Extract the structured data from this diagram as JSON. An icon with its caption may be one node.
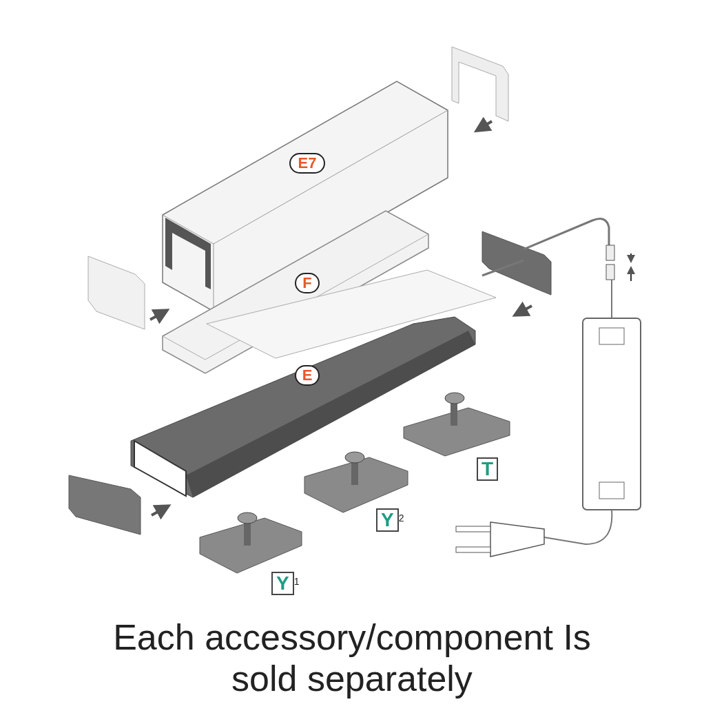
{
  "diagram": {
    "caption": "Each accessory/component Is sold separately",
    "labels": [
      "E7",
      "F",
      "E",
      "T",
      "Y$^{2}$",
      "Y$^{1}$"
    ]
  }
}
